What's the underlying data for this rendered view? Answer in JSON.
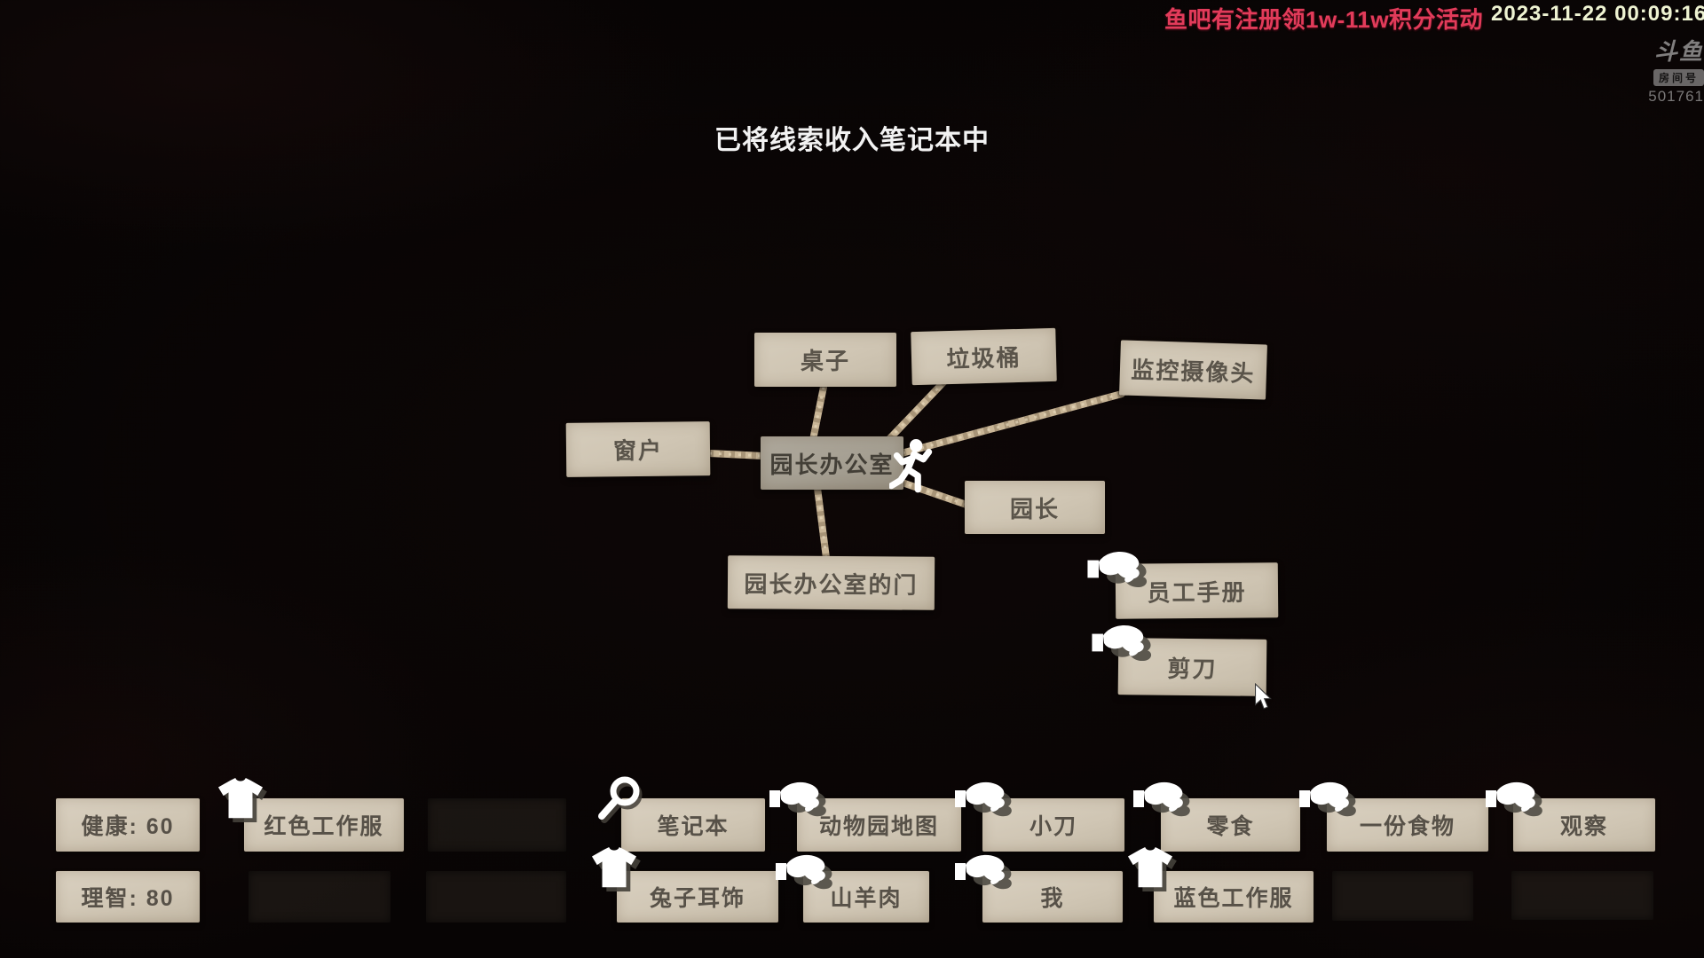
{
  "top_bar": {
    "promo_text": "鱼吧有注册领1w-11w积分活动",
    "timestamp": "2023-11-22 00:09:16"
  },
  "watermark": {
    "logo": "斗鱼",
    "room_label": "房间号",
    "room_number": "501761"
  },
  "toast": {
    "text": "已将线索收入笔记本中"
  },
  "map": {
    "nodes": [
      {
        "label": "桌子"
      },
      {
        "label": "垃圾桶"
      },
      {
        "label": "监控摄像头"
      },
      {
        "label": "窗户"
      },
      {
        "label": "园长办公室",
        "current": true,
        "icon": "running-person"
      },
      {
        "label": "园长"
      },
      {
        "label": "园长办公室的门"
      },
      {
        "label": "员工手册",
        "icon": "grab-hand"
      },
      {
        "label": "剪刀",
        "icon": "grab-hand"
      }
    ]
  },
  "inventory": {
    "stats": [
      {
        "label": "健康: 60"
      },
      {
        "label": "理智: 80"
      }
    ],
    "row1": [
      {
        "label": "红色工作服",
        "icon": "shirt"
      },
      {
        "label": "笔记本",
        "icon": "magnifier"
      },
      {
        "label": "动物园地图",
        "icon": "grab-hand"
      },
      {
        "label": "小刀",
        "icon": "grab-hand"
      },
      {
        "label": "零食",
        "icon": "grab-hand"
      },
      {
        "label": "一份食物",
        "icon": "grab-hand"
      },
      {
        "label": "观察",
        "icon": "grab-hand"
      }
    ],
    "row2": [
      {
        "label": "兔子耳饰",
        "icon": "shirt"
      },
      {
        "label": "山羊肉",
        "icon": "grab-hand"
      },
      {
        "label": "我",
        "icon": "grab-hand"
      },
      {
        "label": "蓝色工作服",
        "icon": "shirt"
      }
    ]
  },
  "colors": {
    "promo": "#e23b5a",
    "timestamp": "#eef3d2",
    "paper": "#d2c8b6",
    "paper_current": "#a59f92",
    "rope": "#c9b697",
    "background": "#070404"
  }
}
